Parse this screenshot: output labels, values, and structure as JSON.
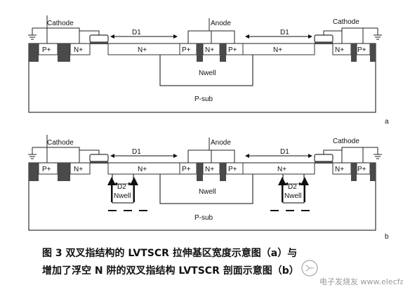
{
  "labels": {
    "cathode": "Cathode",
    "anode": "Anode",
    "d1": "D1",
    "d2": "D2",
    "p_plus": "P+",
    "n_plus": "N+",
    "nwell": "Nwell",
    "p_sub": "P-sub",
    "panel_a": "a",
    "panel_b": "b"
  },
  "caption": {
    "line1": "图 3  双叉指结构的 LVTSCR 拉伸基区宽度示意图（a）与",
    "line2": "增加了浮空 N 阱的双叉指结构 LVTSCR 剖面示意图（b）"
  },
  "watermark": "电子发烧友 www.elecfans.com"
}
